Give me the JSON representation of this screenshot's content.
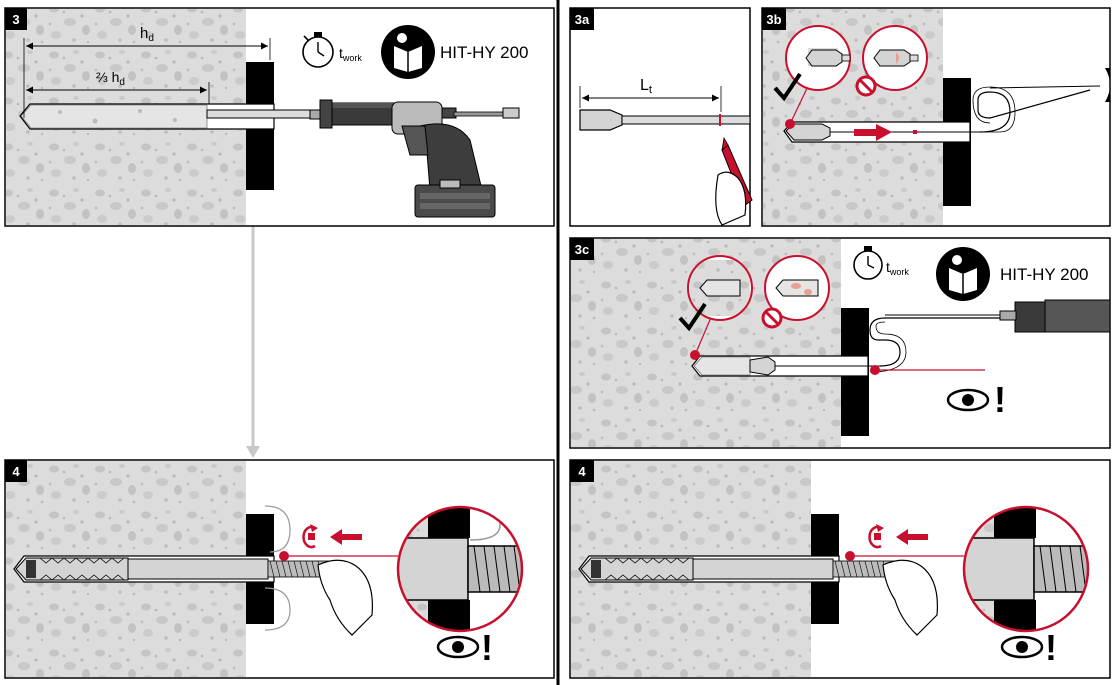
{
  "steps": {
    "s3": {
      "number": "3"
    },
    "s3a": {
      "number": "3a"
    },
    "s3b": {
      "number": "3b"
    },
    "s3c": {
      "number": "3c"
    },
    "s4l": {
      "number": "4"
    },
    "s4r": {
      "number": "4"
    }
  },
  "labels": {
    "hd": "h",
    "hd_sub": "d",
    "two_thirds": "⅔ h",
    "two_thirds_sub": "d",
    "lt": "L",
    "lt_sub": "t",
    "twork": "t",
    "twork_sub": "work",
    "product": "HIT-HY 200",
    "exclaim": "!"
  },
  "icons": [
    "stopwatch-icon",
    "manual-icon",
    "eye-icon",
    "rotate-icon",
    "check-icon",
    "prohibited-icon",
    "arrow-icon"
  ],
  "colors": {
    "accent": "#c8102e",
    "ink": "#000000",
    "concrete": "#dcdcdc",
    "stone": "#c4c4c4",
    "connector": "#c8c8c8"
  }
}
